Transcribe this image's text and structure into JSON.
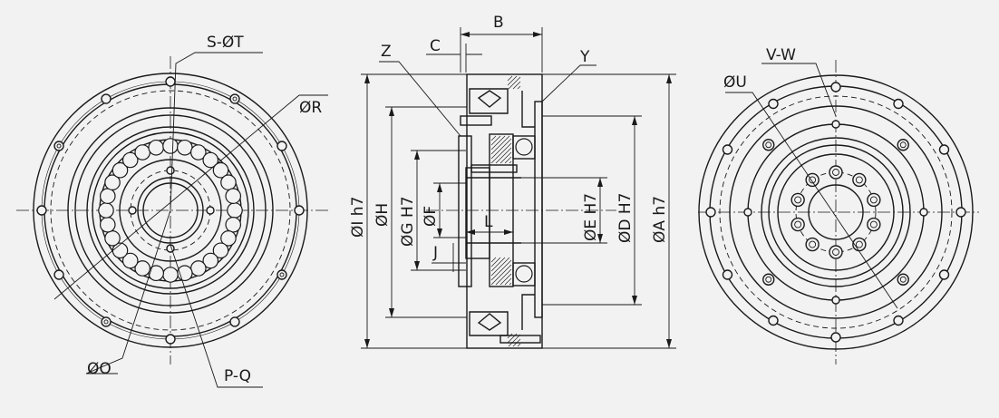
{
  "labels": {
    "s_t": "S-ØT",
    "r": "ØR",
    "o": "ØO",
    "p_q": "P-Q",
    "z": "Z",
    "c": "C",
    "b": "B",
    "y": "Y",
    "v_w": "V-W",
    "u": "ØU",
    "i_h7": "ØI h7",
    "h": "ØH",
    "g_h7": "ØG H7",
    "f": "ØF",
    "j": "J",
    "l": "L",
    "e_h7": "ØE H7",
    "d_h7": "ØD H7",
    "a_h7": "ØA h7"
  },
  "colors": {
    "background": "#f2f2f2",
    "line": "#1a1a1a"
  }
}
